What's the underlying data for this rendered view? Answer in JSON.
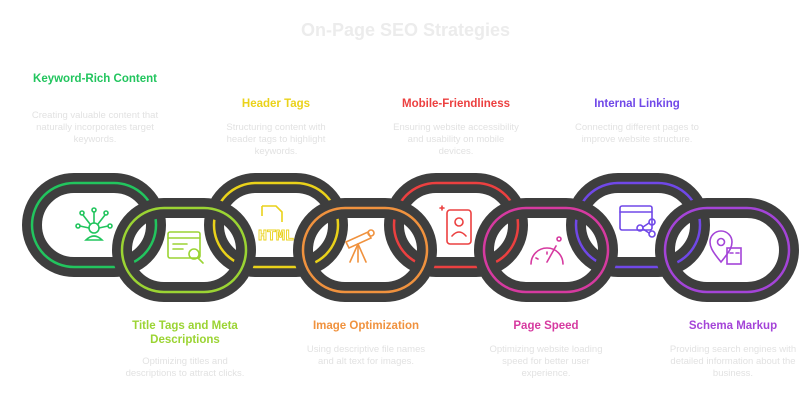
{
  "title": "On-Page SEO Strategies",
  "steps": [
    {
      "label": "Keyword-Rich Content",
      "desc": "Creating valuable content that naturally incorporates target keywords.",
      "color": "#22c55e",
      "icon": "keyword-network-icon"
    },
    {
      "label": "Title Tags and Meta Descriptions",
      "desc": "Optimizing titles and descriptions to attract clicks.",
      "color": "#9bd433",
      "icon": "browser-search-icon"
    },
    {
      "label": "Header Tags",
      "desc": "Structuring content with header tags to highlight keywords.",
      "color": "#ead21a",
      "icon": "html-file-icon"
    },
    {
      "label": "Image Optimization",
      "desc": "Using descriptive file names and alt text for images.",
      "color": "#f0923e",
      "icon": "telescope-icon"
    },
    {
      "label": "Mobile-Friendliness",
      "desc": "Ensuring website accessibility and usability on mobile devices.",
      "color": "#ec4040",
      "icon": "mobile-user-icon"
    },
    {
      "label": "Page Speed",
      "desc": "Optimizing website loading speed for better user experience.",
      "color": "#d63aa0",
      "icon": "speedometer-icon"
    },
    {
      "label": "Internal Linking",
      "desc": "Connecting different pages to improve website structure.",
      "color": "#7048e8",
      "icon": "linked-pages-icon"
    },
    {
      "label": "Schema Markup",
      "desc": "Providing search engines with detailed information about the business.",
      "color": "#a444d8",
      "icon": "location-building-icon"
    }
  ]
}
